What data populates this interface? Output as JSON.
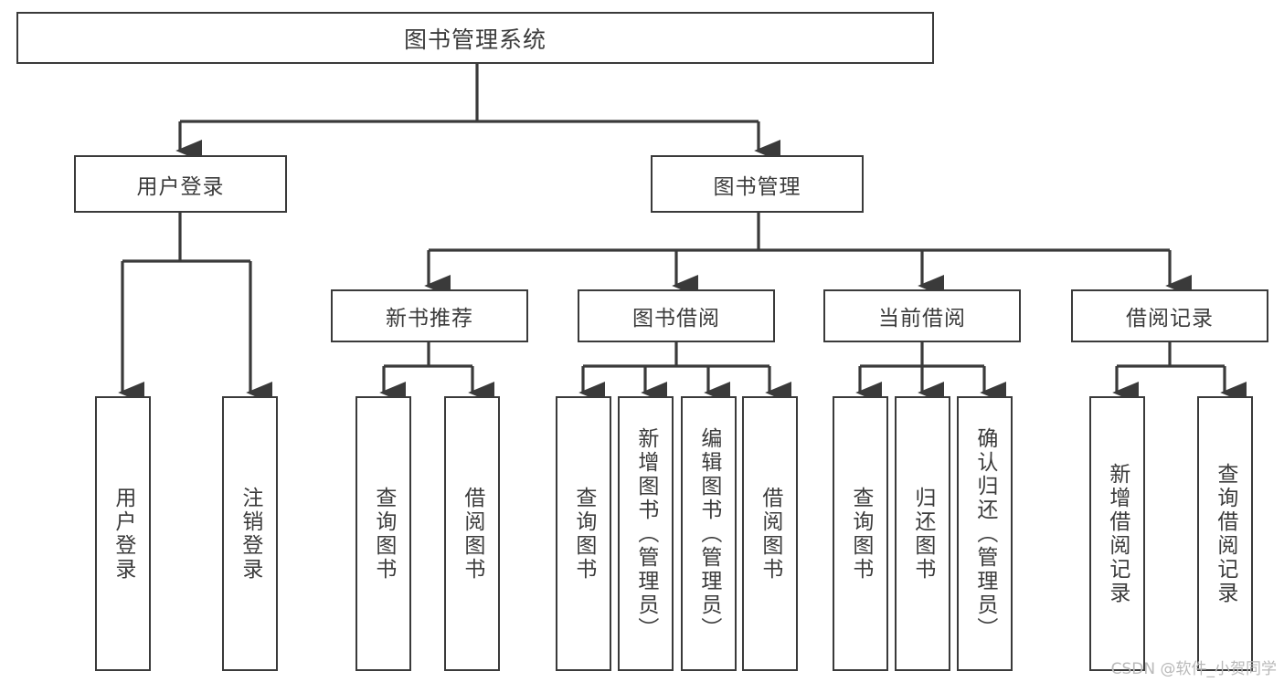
{
  "diagram": {
    "title": "图书管理系统",
    "type": "tree",
    "watermark": "CSDN @软件_小贺同学",
    "stroke_color": "#3a3a3a",
    "text_color": "#3b3b3b",
    "background_color": "#ffffff",
    "nodes": {
      "root": {
        "label": "图书管理系统"
      },
      "level2": [
        {
          "id": "user-login",
          "label": "用户登录"
        },
        {
          "id": "book-manage",
          "label": "图书管理"
        }
      ],
      "level3": [
        {
          "id": "new-book-recommend",
          "label": "新书推荐"
        },
        {
          "id": "book-borrow",
          "label": "图书借阅"
        },
        {
          "id": "current-borrow",
          "label": "当前借阅"
        },
        {
          "id": "borrow-record",
          "label": "借阅记录"
        }
      ],
      "leaves": {
        "user-login": [
          {
            "id": "leaf-user-login",
            "label": "用户登录"
          },
          {
            "id": "leaf-logout",
            "label": "注销登录"
          }
        ],
        "new-book-recommend": [
          {
            "id": "leaf-query-book-1",
            "label": "查询图书"
          },
          {
            "id": "leaf-borrow-book-1",
            "label": "借阅图书"
          }
        ],
        "book-borrow": [
          {
            "id": "leaf-query-book-2",
            "label": "查询图书"
          },
          {
            "id": "leaf-add-book",
            "label": "新增图书（管理员）"
          },
          {
            "id": "leaf-edit-book",
            "label": "编辑图书（管理员）"
          },
          {
            "id": "leaf-borrow-book-2",
            "label": "借阅图书"
          }
        ],
        "current-borrow": [
          {
            "id": "leaf-query-book-3",
            "label": "查询图书"
          },
          {
            "id": "leaf-return-book",
            "label": "归还图书"
          },
          {
            "id": "leaf-confirm-return",
            "label": "确认归还（管理员）"
          }
        ],
        "borrow-record": [
          {
            "id": "leaf-add-record",
            "label": "新增借阅记录"
          },
          {
            "id": "leaf-query-record",
            "label": "查询借阅记录"
          }
        ]
      }
    }
  }
}
